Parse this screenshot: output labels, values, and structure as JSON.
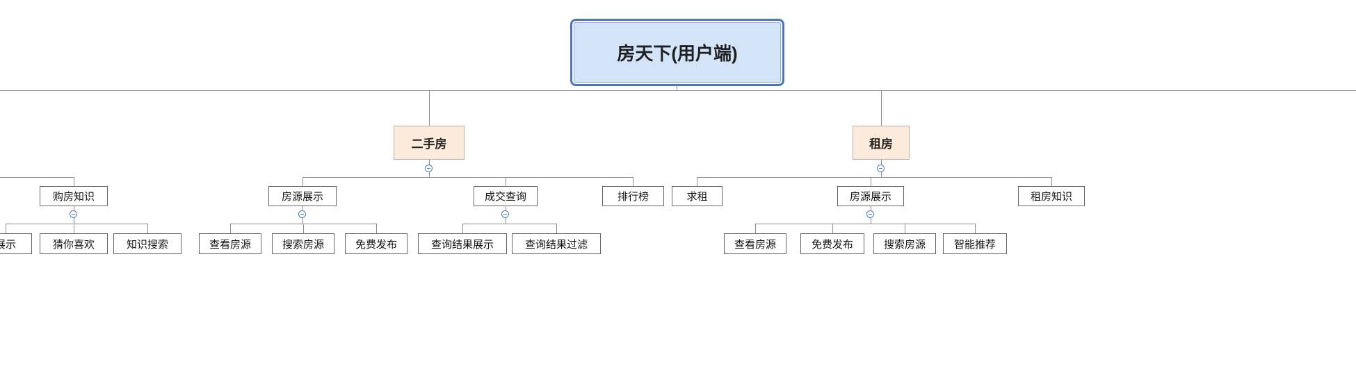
{
  "diagram": {
    "type": "mindmap-org-chart",
    "colors": {
      "root_fill": "#d3e3f8",
      "root_border": "#4a77c0",
      "branch_fill": "#fceadb",
      "node_fill": "#ffffff",
      "node_border": "#646464",
      "connector_line": "#8c8c8c",
      "collapse_icon": "#4a7ebb"
    },
    "icons": {
      "collapse": "minus-circle-icon"
    },
    "tree": {
      "root": {
        "label": "房天下(用户端)"
      },
      "branches": [
        {
          "name": "left-partial-branch",
          "nodes": [
            {
              "label": "购房知识",
              "children": [
                {
                  "label": "展示"
                },
                {
                  "label": "猜你喜欢"
                },
                {
                  "label": "知识搜索"
                }
              ]
            }
          ]
        },
        {
          "label": "二手房",
          "children": [
            {
              "label": "房源展示",
              "children": [
                {
                  "label": "查看房源"
                },
                {
                  "label": "搜索房源"
                },
                {
                  "label": "免费发布"
                }
              ]
            },
            {
              "label": "成交查询",
              "children": [
                {
                  "label": "查询结果展示"
                },
                {
                  "label": "查询结果过滤"
                }
              ]
            },
            {
              "label": "排行榜",
              "children": []
            }
          ]
        },
        {
          "label": "租房",
          "children": [
            {
              "label": "求租",
              "children": []
            },
            {
              "label": "房源展示",
              "children": [
                {
                  "label": "查看房源"
                },
                {
                  "label": "免费发布"
                },
                {
                  "label": "搜索房源"
                },
                {
                  "label": "智能推荐"
                }
              ]
            },
            {
              "label": "租房知识",
              "children": []
            }
          ]
        }
      ]
    }
  }
}
